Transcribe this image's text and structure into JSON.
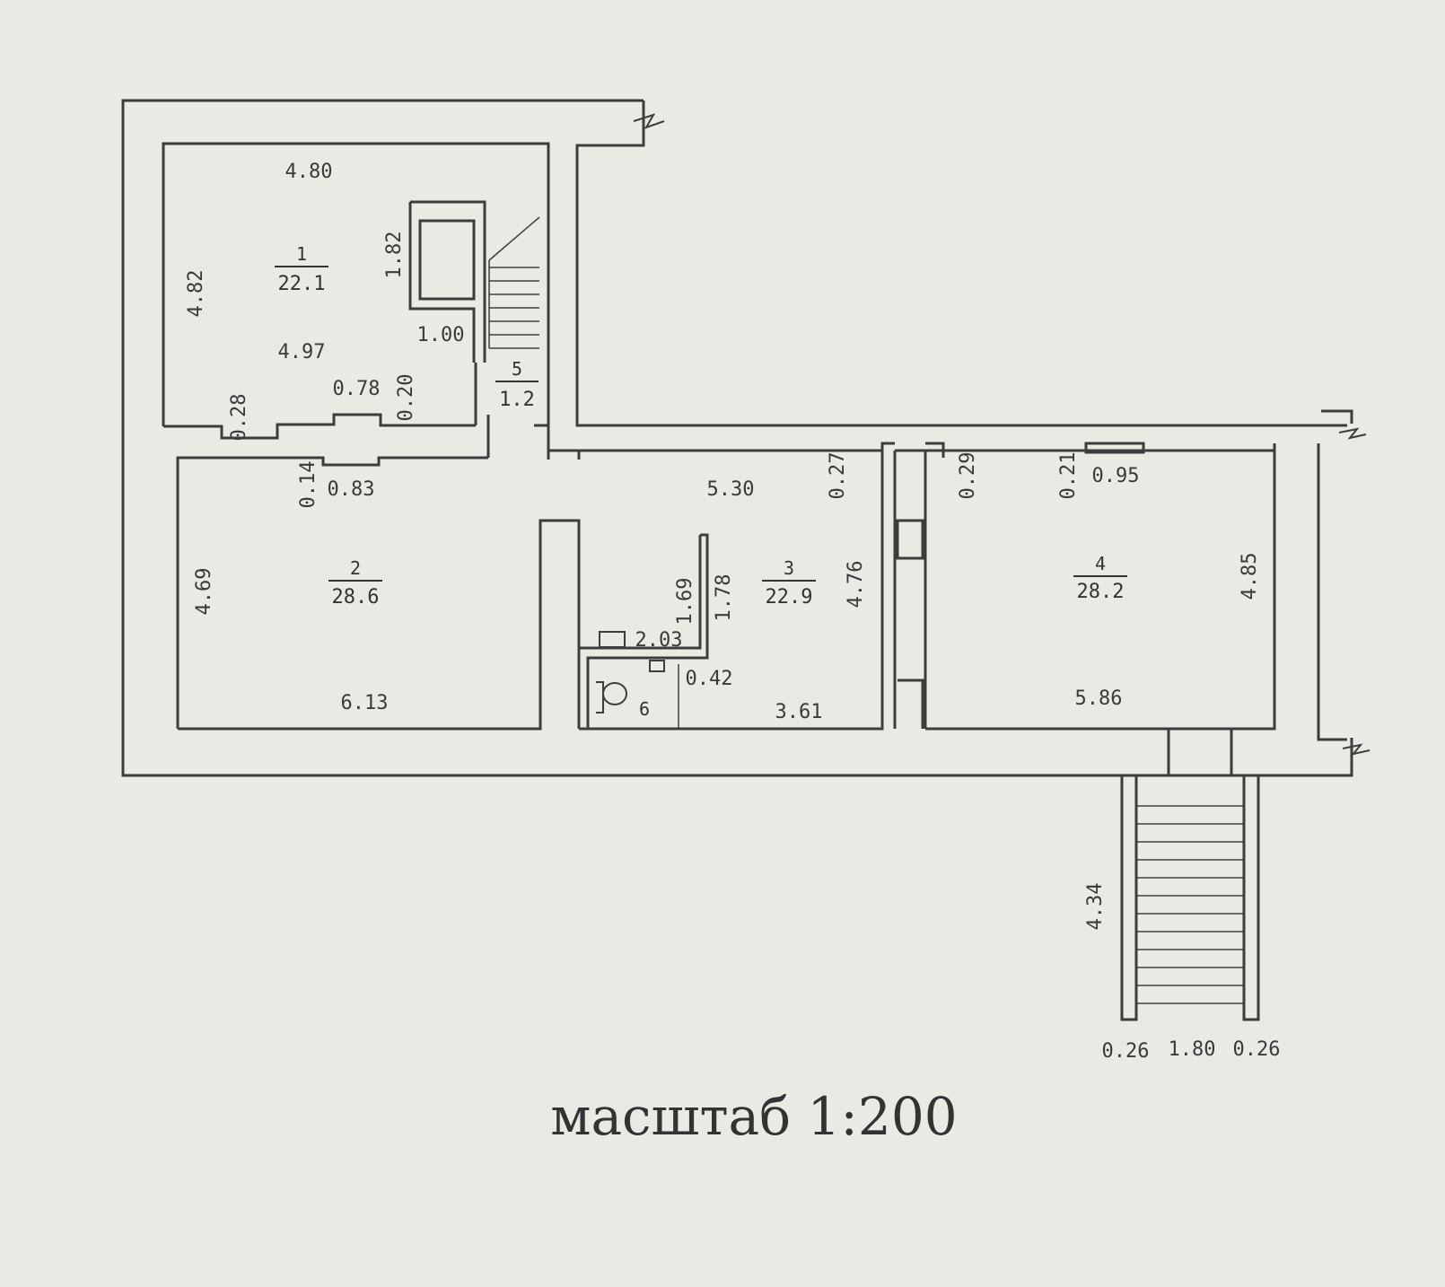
{
  "plan": {
    "scale_caption": "масштаб 1:200",
    "rooms": [
      {
        "number": "1",
        "area": "22.1"
      },
      {
        "number": "2",
        "area": "28.6"
      },
      {
        "number": "3",
        "area": "22.9"
      },
      {
        "number": "4",
        "area": "28.2"
      },
      {
        "number": "5",
        "area": "1.2"
      },
      {
        "number": "6",
        "area": ""
      }
    ],
    "dimensions": {
      "r1_top": "4.80",
      "r1_left": "4.82",
      "r1_bottom": "4.97",
      "r1_stair_height": "1.82",
      "r1_stair_width": "1.00",
      "r1_opening_width": "0.78",
      "r1_opening_depth": "0.20",
      "r1_niche_depth": "0.28",
      "r2_niche_depth": "0.14",
      "r2_opening_width": "0.83",
      "r2_left": "4.69",
      "r2_bottom": "6.13",
      "r3_top": "5.30",
      "r3_niche_depth": "0.27",
      "r3_partition_a": "1.69",
      "r3_partition_b": "1.78",
      "r3_right": "4.76",
      "r3_wc_width": "2.03",
      "r3_wc_depth": "0.42",
      "r3_bottom": "3.61",
      "r4_niche_a": "0.29",
      "r4_niche_b": "0.21",
      "r4_opening_width": "0.95",
      "r4_right": "4.85",
      "r4_bottom": "5.86",
      "stair_length": "4.34",
      "stair_wall_left": "0.26",
      "stair_width": "1.80",
      "stair_wall_right": "0.26"
    }
  }
}
